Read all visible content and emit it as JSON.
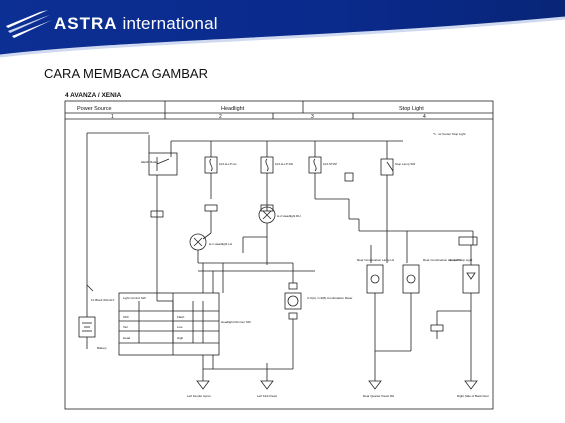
{
  "header": {
    "brand_bold": "ASTRA",
    "brand_light": "international",
    "colors": {
      "banner_blue": "#0a2a8c",
      "banner_light": "#cfd9f0"
    }
  },
  "slide": {
    "title": "CARA MEMBACA GAMBAR"
  },
  "diagram": {
    "model": "4 AVANZA / XENIA",
    "sections": [
      "Power Source",
      "Headlight",
      "Stop Light"
    ],
    "columns": [
      "1",
      "2",
      "3",
      "4"
    ],
    "fuses": [
      "HEAD Relay",
      "10A H-LP LH",
      "10A H-LP RH",
      "10A STOP"
    ],
    "components": {
      "stop_sw": "Stop Lamp SW",
      "high_mount": "*1 : w/ Center Stop Light",
      "headlight_lh": "H-1 Headlight LH",
      "headlight_rh": "H-2 Headlight RH",
      "combination_meter": "C-9(A), C-9(B) Combination Meter",
      "dimmer_sw": "Headlight Dimmer SW",
      "light_control_sw": "Light Control SW",
      "battery": "Battery",
      "fusible_link": "FL Block 60A ALT",
      "rear_lamp_lh": "Rear Combination Lamp LH",
      "rear_lamp_rh": "Rear Combination Lamp RH",
      "center_stop": "Center Stop Light"
    },
    "switch_rows": [
      "OFF",
      "Tail",
      "Head"
    ],
    "dimmer_rows": [
      "Flash",
      "Low",
      "High"
    ],
    "grounds": [
      "Left Fender Apron",
      "Left Kick Panel",
      "Rear Quarter Panel RH",
      "Right Side of Back Door"
    ]
  }
}
